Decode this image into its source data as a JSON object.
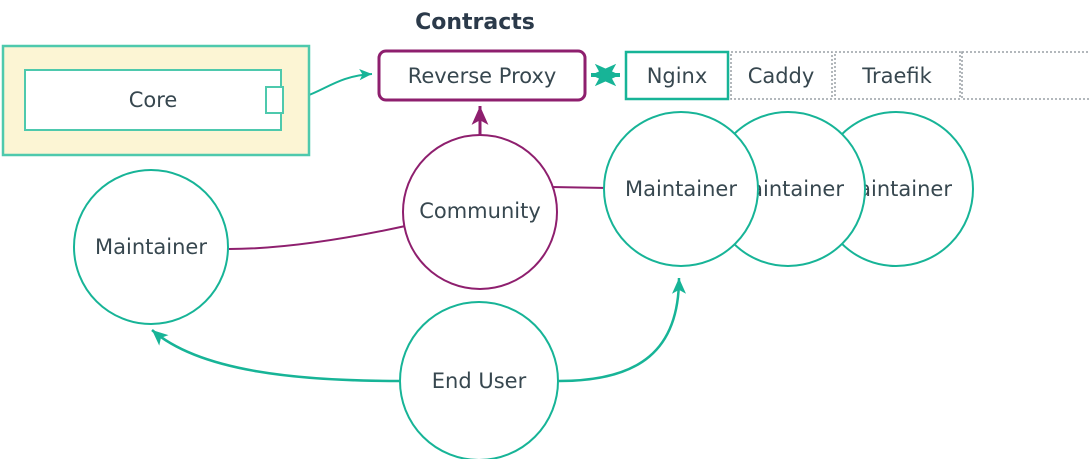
{
  "diagram": {
    "title": "Contracts",
    "colors": {
      "teal": "#17b497",
      "teal_light": "#4ec9ad",
      "purple": "#8e1f6e",
      "text": "#37474f",
      "yellow_fill": "#fcf5d4",
      "dotted_gray": "#9aa0a6",
      "white": "#ffffff"
    },
    "package": {
      "name": "Core",
      "label": "Core",
      "fill": "#fcf5d4",
      "border": "#4ec9ad",
      "port_name": "core-port"
    },
    "component": {
      "name": "Reverse Proxy",
      "label": "Reverse Proxy",
      "border": "#8e1f6e"
    },
    "implementations": [
      {
        "label": "Nginx",
        "selected": true,
        "border_style": "solid"
      },
      {
        "label": "Caddy",
        "selected": false,
        "border_style": "dotted"
      },
      {
        "label": "Traefik",
        "selected": false,
        "border_style": "dotted"
      },
      {
        "label": "",
        "selected": false,
        "border_style": "dotted"
      }
    ],
    "actors": [
      {
        "id": "maintainer-left",
        "label": "Maintainer",
        "color": "#17b497"
      },
      {
        "id": "community",
        "label": "Community",
        "color": "#8e1f6e"
      },
      {
        "id": "maintainer-right-1",
        "label": "Maintainer",
        "color": "#17b497"
      },
      {
        "id": "maintainer-right-2",
        "label": "Maintainer",
        "color": "#17b497"
      },
      {
        "id": "maintainer-right-3",
        "label": "Maintainer",
        "color": "#17b497"
      },
      {
        "id": "end-user",
        "label": "End User",
        "color": "#17b497"
      }
    ],
    "connections": [
      {
        "from": "Core",
        "to": "Reverse Proxy",
        "style": "arrow",
        "color": "#17b497"
      },
      {
        "from": "Reverse Proxy",
        "to": "Nginx",
        "style": "double-arrow",
        "color": "#17b497"
      },
      {
        "from": "Community",
        "to": "Reverse Proxy",
        "style": "arrow",
        "color": "#8e1f6e"
      },
      {
        "from": "Maintainer",
        "to": "Community",
        "style": "line",
        "color": "#8e1f6e"
      },
      {
        "from": "Community",
        "to": "Maintainer",
        "style": "line",
        "color": "#8e1f6e"
      },
      {
        "from": "End User",
        "to": "Maintainer",
        "style": "arrow",
        "color": "#17b497"
      },
      {
        "from": "End User",
        "to": "Maintainer",
        "style": "arrow",
        "color": "#17b497"
      }
    ]
  }
}
